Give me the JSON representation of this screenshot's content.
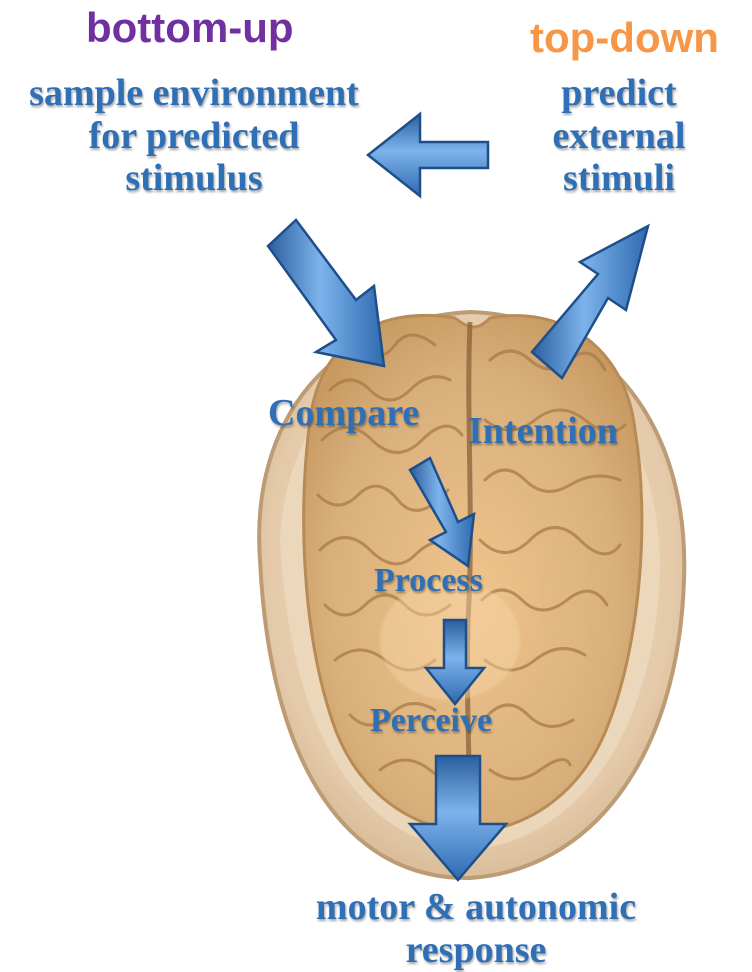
{
  "headings": {
    "bottom_up": "bottom-up",
    "top_down": "top-down"
  },
  "nodes": {
    "sample": [
      "sample environment",
      "for predicted",
      "stimulus"
    ],
    "predict": [
      "predict",
      "external",
      "stimuli"
    ],
    "compare": "Compare",
    "intention": "Intention",
    "process": "Process",
    "perceive": "Perceive",
    "response": [
      "motor & autonomic",
      "response"
    ]
  },
  "colors": {
    "bottom_up": "#7030a0",
    "top_down": "#f79646",
    "node_text": "#2f6fb5",
    "arrow": "#4f8fd6",
    "skull": "#e2c9a8",
    "brain": "#d9b07c"
  },
  "icons": {
    "brain": "brain-illustration"
  }
}
